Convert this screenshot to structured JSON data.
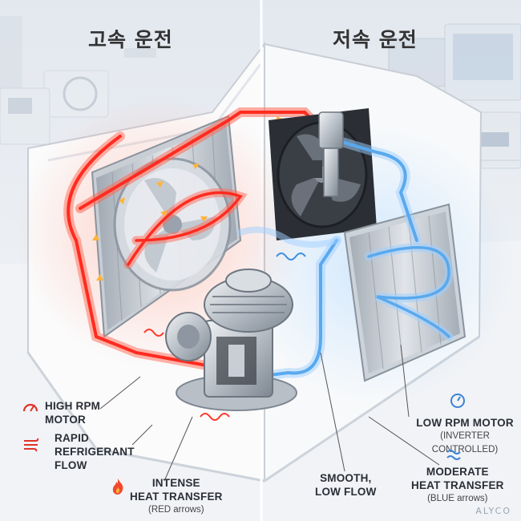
{
  "titles": {
    "left": "고속 운전",
    "right": "저속 운전"
  },
  "labels": {
    "high_rpm": {
      "line1": "HIGH RPM",
      "line2": "MOTOR"
    },
    "rapid_flow": {
      "line1": "RAPID",
      "line2": "REFRIGERANT",
      "line3": "FLOW"
    },
    "intense_heat": {
      "line1": "INTENSE",
      "line2": "HEAT TRANSFER",
      "line3": "(RED arrows)"
    },
    "smooth_flow": {
      "line1": "SMOOTH,",
      "line2": "LOW FLOW"
    },
    "low_rpm": {
      "line1": "LOW RPM MOTOR",
      "line2": "(INVERTER CONTROLLED)"
    },
    "moderate_heat": {
      "line1": "MODERATE",
      "line2": "HEAT TRANSFER",
      "line3": "(BLUE arrows)"
    }
  },
  "watermark": "ALYCO",
  "colors": {
    "hot": "#ff4a3a",
    "cold": "#7cc0f5",
    "background": "#eef1f5",
    "housing": "#ffffff"
  },
  "icons": {
    "high_rpm": "gauge-icon",
    "rapid_flow": "wind-lines-icon",
    "intense_heat": "flame-icon",
    "low_rpm": "gauge-icon",
    "moderate_heat": "heat-wave-icon"
  }
}
